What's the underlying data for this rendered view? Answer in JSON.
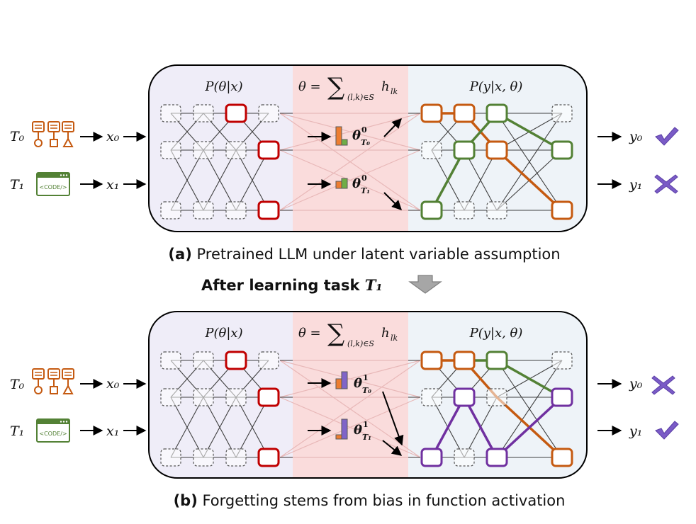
{
  "colors": {
    "red": "#c00000",
    "orange": "#c55a11",
    "green": "#538135",
    "purple": "#7030a0",
    "check": "#7a5bc6",
    "panel_left": "#efedf8",
    "panel_mid": "#fadcdc",
    "panel_right": "#eef3f8"
  },
  "tasks": {
    "t0": "T₀",
    "t1": "T₁",
    "code_icon_label": "<CODE/>"
  },
  "inputs": {
    "x0": "x₀",
    "x1": "x₁"
  },
  "outputs": {
    "y0": "y₀",
    "y1": "y₁"
  },
  "formulas": {
    "prior": "P(θ|x)",
    "likelihood": "P(y|x, θ)",
    "theta_eq": "θ =",
    "sum_sub": "(l,k)∈S",
    "sum_term": "h",
    "sum_term_sub": "lk"
  },
  "panel_a": {
    "caption_bold": "(a)",
    "caption_text": " Pretrained LLM under latent variable assumption",
    "theta_top": "θ",
    "theta_top_sub": "T₀",
    "theta_top_sup": "0",
    "theta_bottom": "θ",
    "theta_bottom_sub": "T₁",
    "theta_bottom_sup": "0",
    "y0_status": "check",
    "y1_status": "cross"
  },
  "middle": {
    "label": "After learning task ",
    "label_math": "T₁"
  },
  "panel_b": {
    "caption_bold": "(b)",
    "caption_text": " Forgetting stems from bias in function activation",
    "theta_top": "θ",
    "theta_top_sub": "T₀",
    "theta_top_sup": "1",
    "theta_bottom": "θ",
    "theta_bottom_sub": "T₁",
    "theta_bottom_sup": "1",
    "y0_status": "cross",
    "y1_status": "check"
  }
}
